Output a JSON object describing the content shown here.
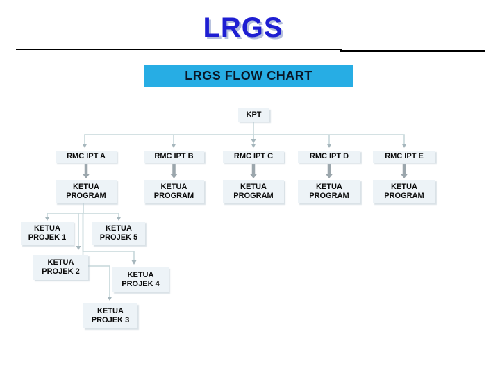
{
  "slide": {
    "title": "LRGS",
    "banner": "LRGS FLOW CHART"
  },
  "org": {
    "root": "KPT",
    "row1": [
      "RMC IPT A",
      "RMC IPT B",
      "RMC IPT C",
      "RMC IPT D",
      "RMC IPT E"
    ],
    "row2": [
      "KETUA PROGRAM",
      "KETUA PROGRAM",
      "KETUA PROGRAM",
      "KETUA PROGRAM",
      "KETUA PROGRAM"
    ],
    "projek": [
      "KETUA PROJEK 1",
      "KETUA PROJEK 5",
      "KETUA PROJEK 2",
      "KETUA PROJEK 4",
      "KETUA PROJEK 3"
    ]
  },
  "colors": {
    "title_blue": "#1e1ed2",
    "banner_cyan": "#27ade4",
    "node_fill": "#edf3f7",
    "connector_line": "#c6d7da",
    "connector_arrow": "#a6b6bc",
    "thick_arrow_gray": "#9ba6ac"
  }
}
